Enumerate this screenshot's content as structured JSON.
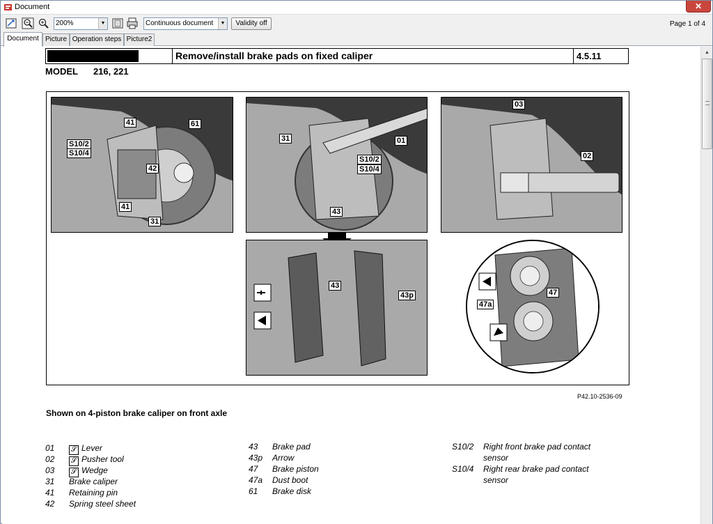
{
  "window": {
    "title": "Document",
    "close_glyph": "✕"
  },
  "toolbar": {
    "zoom_value": "200%",
    "view_mode": "Continuous document",
    "validity_label": "Validity off",
    "page_label": "Page",
    "page_current": "1",
    "page_of": "of",
    "page_total": "4"
  },
  "tabs": [
    {
      "label": "Document",
      "active": true
    },
    {
      "label": "Picture"
    },
    {
      "label": "Operation steps"
    },
    {
      "label": "Picture2"
    }
  ],
  "doc": {
    "title": "Remove/install brake pads on fixed caliper",
    "number": "4.5.11",
    "model_label": "MODEL",
    "model_value": "216, 221",
    "figure_ref": "P42.10-2536-09",
    "caption": "Shown on 4-piston brake caliper on front axle",
    "callouts": {
      "p1": [
        "61",
        "41",
        "S10/2",
        "S10/4",
        "42",
        "41",
        "31"
      ],
      "p2": [
        "31",
        "01",
        "S10/2",
        "S10/4",
        "43"
      ],
      "p3": [
        "03",
        "02"
      ],
      "p4": [
        "43",
        "43p"
      ],
      "p5": [
        "47",
        "47a"
      ]
    },
    "legend_col1": [
      {
        "code": "01",
        "text": "Lever",
        "tool": true
      },
      {
        "code": "02",
        "text": "Pusher tool",
        "tool": true
      },
      {
        "code": "03",
        "text": "Wedge",
        "tool": true
      },
      {
        "code": "31",
        "text": "Brake caliper"
      },
      {
        "code": "41",
        "text": "Retaining pin"
      },
      {
        "code": "42",
        "text": "Spring steel sheet"
      }
    ],
    "legend_col2": [
      {
        "code": "43",
        "text": "Brake pad"
      },
      {
        "code": "43p",
        "text": "Arrow"
      },
      {
        "code": "47",
        "text": "Brake piston"
      },
      {
        "code": "47a",
        "text": "Dust boot"
      },
      {
        "code": "61",
        "text": "Brake disk"
      }
    ],
    "legend_col3": [
      {
        "code": "S10/2",
        "text": "Right front brake pad contact",
        "text2": "sensor"
      },
      {
        "code": "S10/4",
        "text": "Right rear brake pad contact",
        "text2": "sensor"
      }
    ]
  }
}
